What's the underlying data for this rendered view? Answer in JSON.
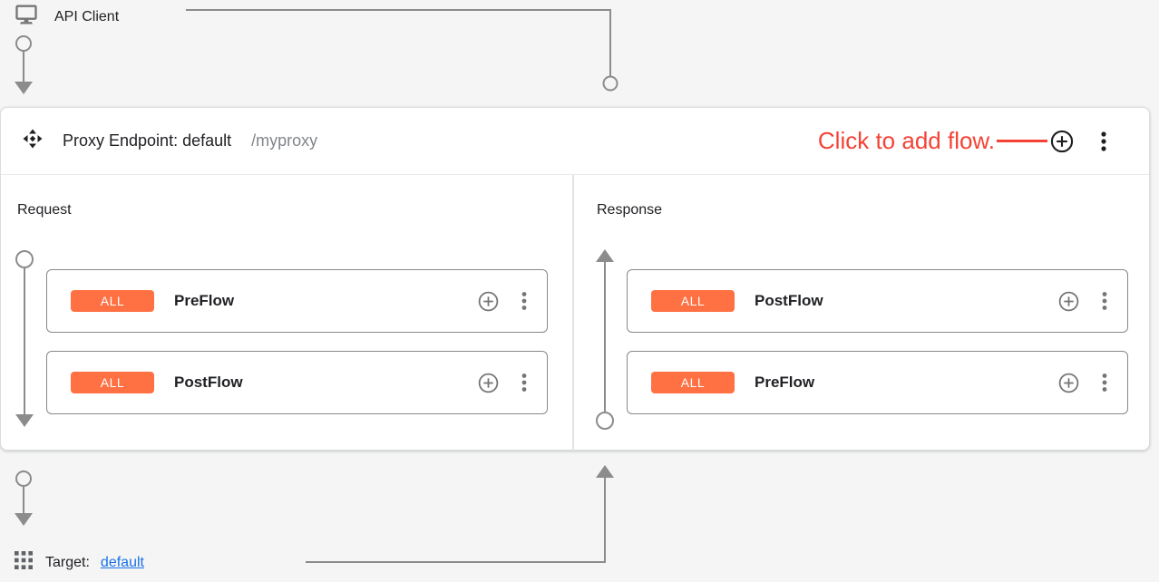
{
  "api_client": {
    "label": "API Client",
    "icon": "monitor-icon"
  },
  "endpoint": {
    "icon": "proxy-endpoint-icon",
    "title": "Proxy Endpoint: default",
    "path": "/myproxy",
    "annotation": {
      "text": "Click to add flow.",
      "color": "#F44336",
      "points_to": "add-flow-button"
    },
    "request": {
      "label": "Request",
      "flows": [
        {
          "condition": "ALL",
          "name": "PreFlow"
        },
        {
          "condition": "ALL",
          "name": "PostFlow"
        }
      ]
    },
    "response": {
      "label": "Response",
      "flows": [
        {
          "condition": "ALL",
          "name": "PostFlow"
        },
        {
          "condition": "ALL",
          "name": "PreFlow"
        }
      ]
    }
  },
  "target": {
    "icon": "apps-grid-icon",
    "label": "Target:",
    "link_text": "default"
  },
  "colors": {
    "background": "#F5F5F5",
    "card": "#FFFFFF",
    "badge_orange": "#FF7043",
    "annotation_red": "#F44336",
    "link_blue": "#1A73E8",
    "connector_gray": "#8C8C8C",
    "flow_card_border": "#85898D"
  }
}
